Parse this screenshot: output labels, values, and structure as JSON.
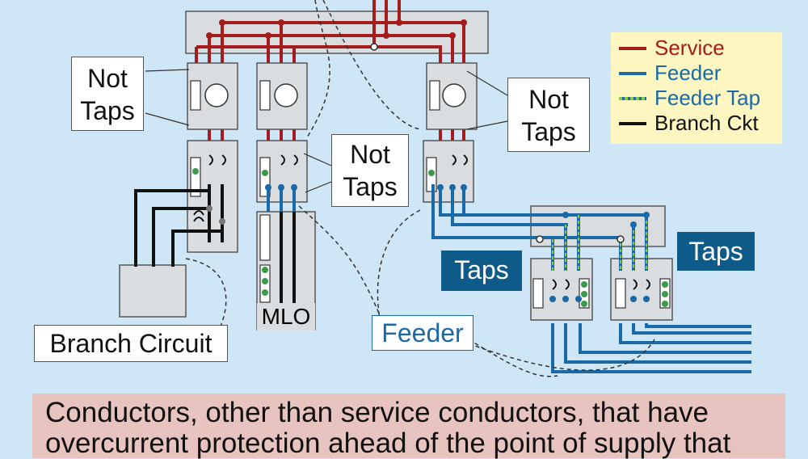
{
  "labels": {
    "not_taps_left_1": "Not",
    "not_taps_left_2": "Taps",
    "not_taps_right_1": "Not",
    "not_taps_right_2": "Taps",
    "not_taps_center_1": "Not",
    "not_taps_center_2": "Taps",
    "taps_left": "Taps",
    "taps_right": "Taps",
    "branch_circuit": "Branch Circuit",
    "feeder": "Feeder",
    "mlo": "MLO"
  },
  "legend": {
    "items": [
      {
        "label": "Service",
        "color": "#a51c1c",
        "style": "solid"
      },
      {
        "label": "Feeder",
        "color": "#1a6aa8",
        "style": "solid"
      },
      {
        "label": "Feeder Tap",
        "color": "#1a6aa8",
        "style": "dashed-green"
      },
      {
        "label": "Branch Ckt",
        "color": "#111111",
        "style": "solid"
      }
    ]
  },
  "caption": {
    "text": "Conductors, other than service conductors, that have overcurrent protection ahead of the point of supply that"
  },
  "colors": {
    "service": "#a51c1c",
    "feeder": "#1a6aa8",
    "tap_dash": "#8cc63f",
    "branch": "#111111",
    "panel": "#d9dde0",
    "background": "#cfe6f7"
  }
}
